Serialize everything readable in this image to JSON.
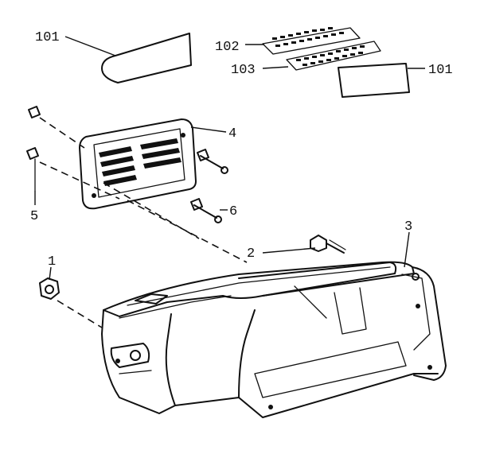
{
  "diagram": {
    "callouts": [
      {
        "id": "c1",
        "text": "1"
      },
      {
        "id": "c2",
        "text": "2"
      },
      {
        "id": "c3",
        "text": "3"
      },
      {
        "id": "c4",
        "text": "4"
      },
      {
        "id": "c5",
        "text": "5"
      },
      {
        "id": "c6",
        "text": "6"
      },
      {
        "id": "c101a",
        "text": "101"
      },
      {
        "id": "c101b",
        "text": "101"
      },
      {
        "id": "c102",
        "text": "102"
      },
      {
        "id": "c103",
        "text": "103"
      }
    ]
  }
}
